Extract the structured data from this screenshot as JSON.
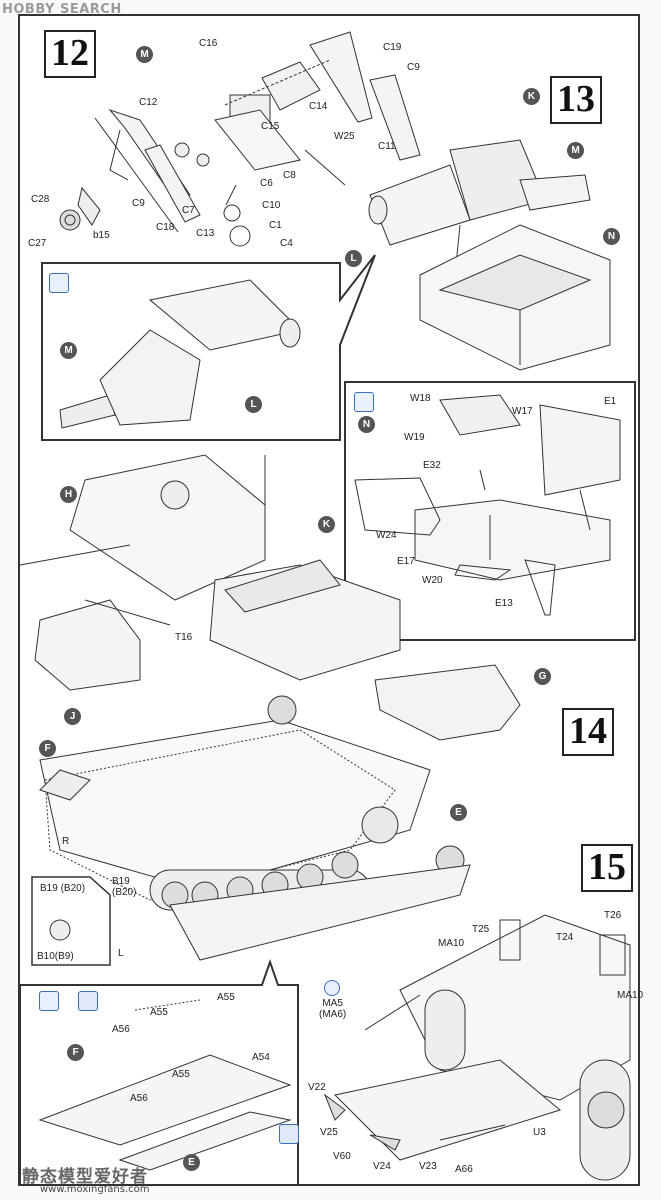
{
  "watermark_top": "HOBBY SEARCH",
  "watermark_bottom_cn": "静态模型爱好者",
  "watermark_bottom_url": "www.moxingfans.com",
  "steps": {
    "s12": "12",
    "s13": "13",
    "s14": "14",
    "s15": "15"
  },
  "subassemblies": {
    "M_top": "M",
    "K_top": "K",
    "M_step13": "M",
    "L_step13": "L",
    "N_step13": "N",
    "M_detail": "M",
    "L_detail": "L",
    "N_detail": "N",
    "H": "H",
    "K_mid": "K",
    "J": "J",
    "G": "G",
    "F": "F",
    "E": "E",
    "F_detail": "F",
    "E_detail": "E"
  },
  "parts_step12": [
    "C16",
    "C19",
    "C9",
    "C12",
    "C14",
    "C15",
    "W25",
    "C11",
    "C28",
    "C27",
    "b15",
    "C9",
    "C18",
    "C7",
    "C13",
    "C6",
    "C8",
    "C10",
    "C1",
    "C4"
  ],
  "parts_step13_detail": [
    "W18",
    "W17",
    "E1",
    "W19",
    "E32",
    "W24",
    "E17",
    "W20",
    "E13"
  ],
  "parts_step14": [
    "T16",
    "R",
    "B19 (B20)",
    "B19\n(B20)",
    "B10(B9)",
    "L"
  ],
  "parts_step14_detail": [
    "A55",
    "A55",
    "A56",
    "A54",
    "A55",
    "A56"
  ],
  "parts_step15": [
    "T25",
    "T26",
    "MA10",
    "T24",
    "MA10",
    "MA5\n(MA6)",
    "V22",
    "V25",
    "U3",
    "V60",
    "V24",
    "V23",
    "A66"
  ]
}
